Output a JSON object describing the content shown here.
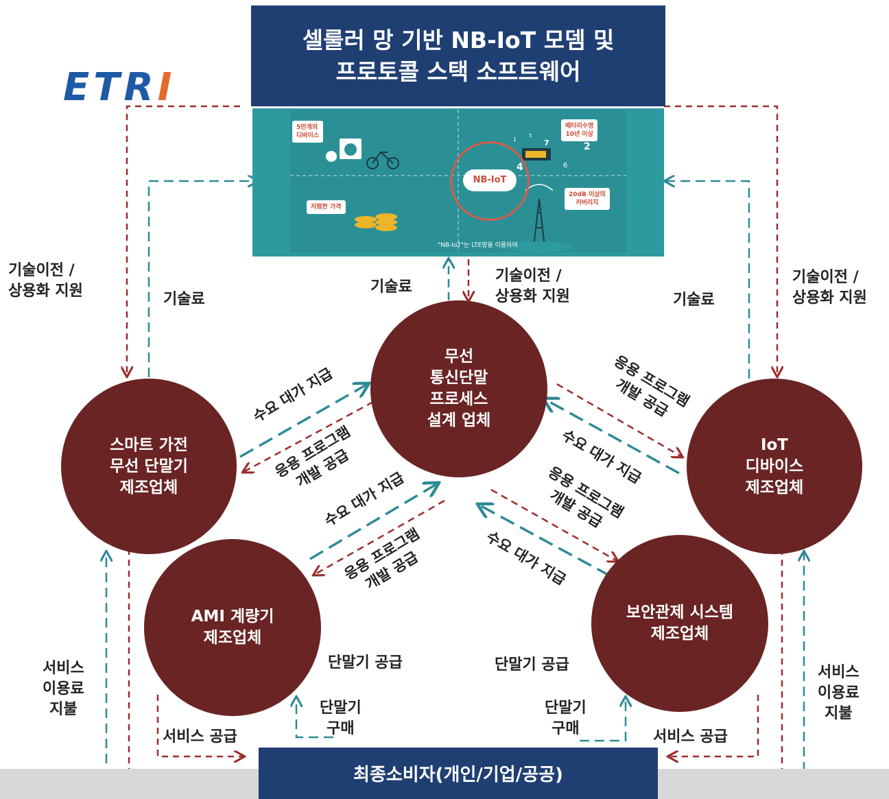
{
  "title": {
    "line1": "셀룰러 망 기반 NB-IoT 모뎀 및",
    "line2": "프로토콜 스택 소프트웨어"
  },
  "logo": {
    "text": "ETRI",
    "etr": "ETR",
    "i": "I"
  },
  "banner": {
    "bubble_devices": "5만개의\n디바이스",
    "bubble_battery": "배터리수명\n10년 이상",
    "bubble_price": "저렴한 가격",
    "bubble_coverage": "20dB 이상의\n커버리지",
    "cloud": "NB-IoT",
    "note": "\"NB-IoT\"는 LTE망을 이용하여",
    "digits": [
      "1",
      "5",
      "7",
      "2",
      "4",
      "6"
    ]
  },
  "nodes": {
    "center": [
      "무선",
      "통신단말",
      "프로세스",
      "설계 업체"
    ],
    "left": [
      "스마트 가전",
      "무선 단말기",
      "제조업체"
    ],
    "right": [
      "IoT",
      "디바이스",
      "제조업체"
    ],
    "ami": [
      "AMI 계량기",
      "제조업체"
    ],
    "security": [
      "보안관제 시스템",
      "제조업체"
    ]
  },
  "consumer": "최종소비자(개인/기업/공공)",
  "labels": {
    "tech_transfer_l1": "기술이전 /",
    "tech_transfer_l2": "상용화 지원",
    "fee": "기술료",
    "demand_pay": "수요 대가 지급",
    "app_dev_l1": "응용 프로그램",
    "app_dev_l2": "개발 공급",
    "terminal_supply": "단말기 공급",
    "terminal_buy_l1": "단말기",
    "terminal_buy_l2": "구매",
    "service_supply": "서비스 공급",
    "service_fee_l1": "서비스",
    "service_fee_l2": "이용료",
    "service_fee_l3": "지불"
  },
  "colors": {
    "navy": "#1f3f73",
    "maroon": "#6a2424",
    "teal": "#2e8a96",
    "red": "#9b2c2c"
  }
}
